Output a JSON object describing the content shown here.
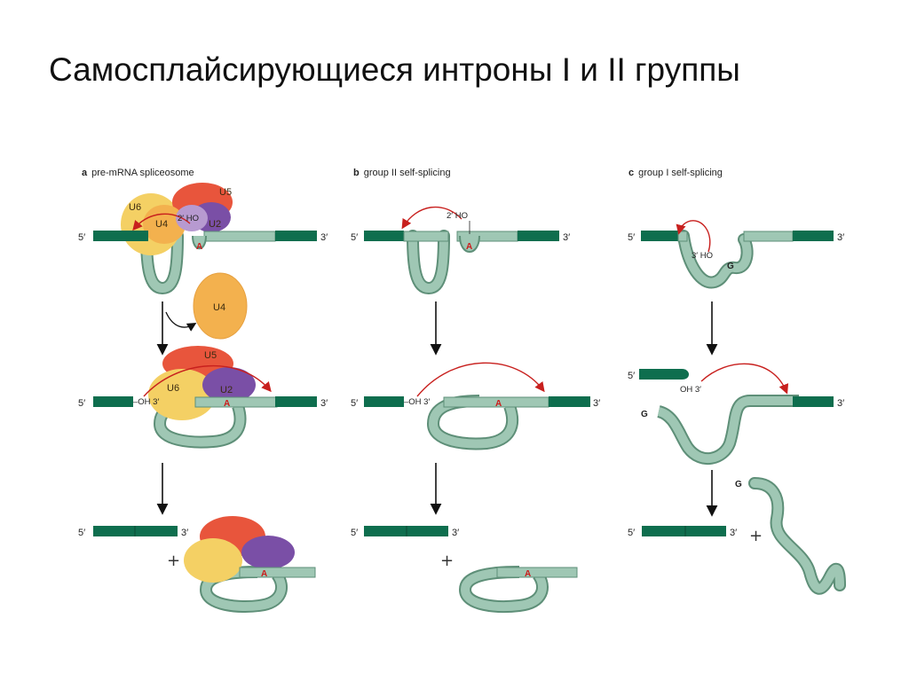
{
  "slide": {
    "title": "Самосплайсирующиеся интроны I и II группы"
  },
  "panels": {
    "a": {
      "letter": "a",
      "title": "pre-mRNA spliceosome",
      "five_prime": "5′",
      "three_prime": "3′",
      "hydroxyl_2": "2′ HO",
      "adenosine": "A",
      "oh3": "–OH 3′",
      "plus": "+",
      "snrna": {
        "u5": "U5",
        "u6": "U6",
        "u4": "U4",
        "u2": "U2"
      }
    },
    "b": {
      "letter": "b",
      "title": "group II self-splicing",
      "five_prime": "5′",
      "three_prime": "3′",
      "hydroxyl_2": "2′ HO",
      "adenosine": "A",
      "oh3": "–OH 3′",
      "plus": "+"
    },
    "c": {
      "letter": "c",
      "title": "group I self-splicing",
      "five_prime": "5′",
      "three_prime": "3′",
      "hydroxyl_3": "3′ HO",
      "oh3": "OH 3′",
      "guanosine": "G",
      "plus": "+"
    }
  },
  "colors": {
    "exon": "#0e6e4e",
    "intron_fill": "#9fc7b4",
    "intron_stroke": "#5e8f78",
    "arrow_red": "#c8201e",
    "u5": "#e8553c",
    "u6": "#f4d064",
    "u4": "#f3b14e",
    "u2": "#7a4fa6"
  }
}
